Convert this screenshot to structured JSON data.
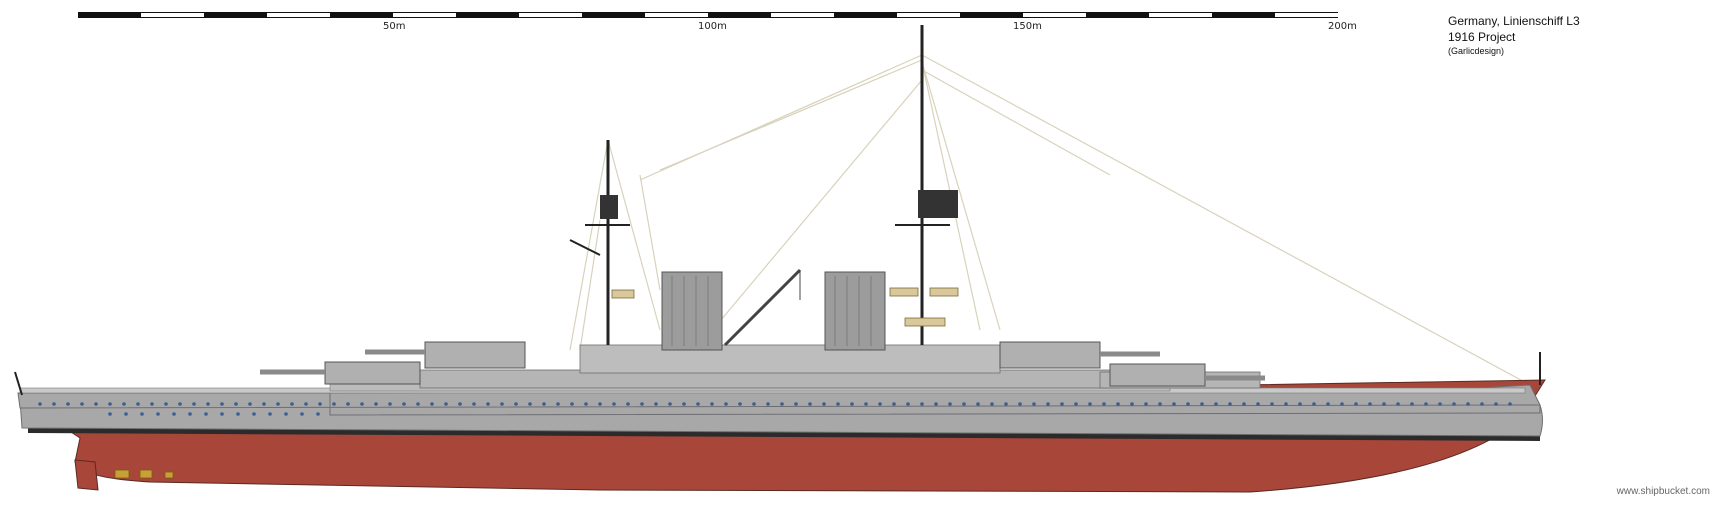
{
  "title": {
    "line1": "Germany, Linienschiff L3",
    "line2": "1916 Project",
    "credit": "(Garlicdesign)"
  },
  "scale": {
    "ticks": [
      {
        "label": "50m",
        "value": 50
      },
      {
        "label": "100m",
        "value": 100
      },
      {
        "label": "150m",
        "value": 150
      },
      {
        "label": "200m",
        "value": 200
      }
    ],
    "max": 200
  },
  "watermark": "www.shipbucket.com",
  "colors": {
    "hull_upper": "#a8a8a8",
    "hull_lower": "#a9463a",
    "boot_top": "#2b2b2b",
    "deck": "#c9c9c9",
    "superstructure": "#b5b5b5",
    "funnel": "#9c9c9c",
    "rigging": "#d8d2bc",
    "mast": "#222222",
    "portholes": "#3d5f8f",
    "tan": "#d9c99a",
    "propeller": "#c8a03a"
  }
}
